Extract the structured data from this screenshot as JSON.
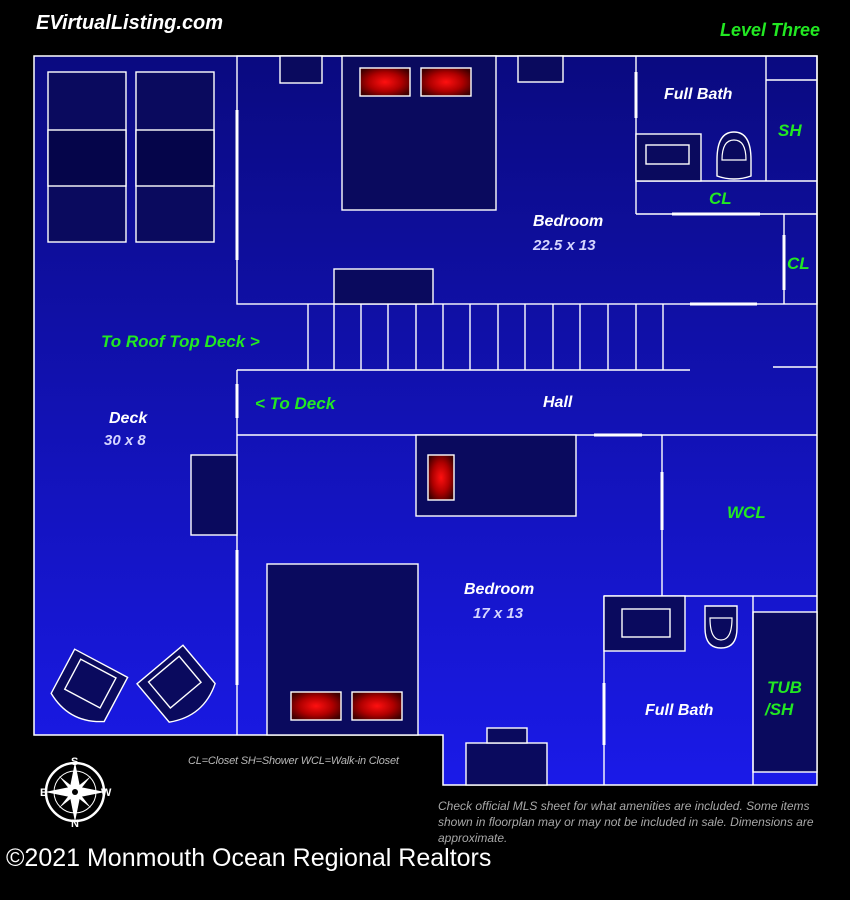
{
  "header": {
    "brand": "EVirtualListing.com",
    "level": "Level Three"
  },
  "rooms": {
    "bedroom_top": {
      "name": "Bedroom",
      "size": "22.5 x 13"
    },
    "bedroom_bottom": {
      "name": "Bedroom",
      "size": "17 x 13"
    },
    "deck": {
      "name": "Deck",
      "size": "30 x 8"
    },
    "full_bath_top": "Full Bath",
    "full_bath_bottom": "Full Bath",
    "hall": "Hall"
  },
  "labels": {
    "sh": "SH",
    "cl_1": "CL",
    "cl_2": "CL",
    "wcl": "WCL",
    "tub_line1": "TUB",
    "tub_line2": "/SH",
    "to_roof": "To Roof Top Deck >",
    "to_deck": "< To Deck"
  },
  "compass": {
    "n": "N",
    "s": "S",
    "e": "E",
    "w": "W"
  },
  "legend": "CL=Closet  SH=Shower   WCL=Walk-in Closet",
  "disclaimer": "Check official MLS sheet for what amenities are included. Some items shown in floorplan may or may not be included in sale. Dimensions are approximate.",
  "copyright": "©2021 Monmouth Ocean Regional Realtors",
  "colors": {
    "background": "#000000",
    "floor_light": "#1a1ae8",
    "floor_dark": "#0a0a80",
    "walls": "#ffffff",
    "green_label": "#22e822",
    "lamp_glow": "#e00000"
  }
}
